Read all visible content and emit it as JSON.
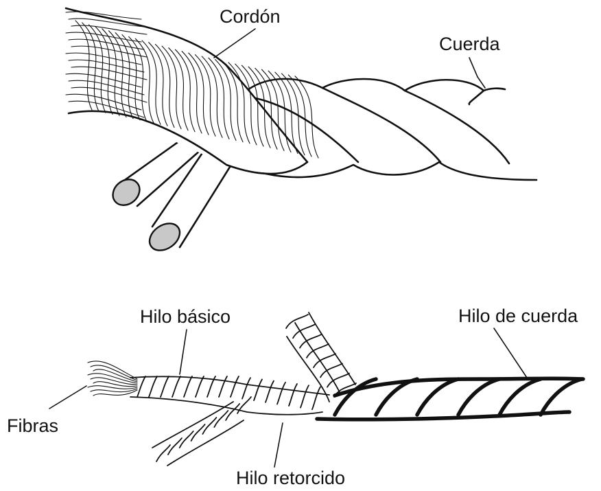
{
  "labels": {
    "cordon": "Cordón",
    "cuerda": "Cuerda",
    "hilo_basico": "Hilo básico",
    "hilo_de_cuerda": "Hilo de cuerda",
    "fibras": "Fibras",
    "hilo_retorcido": "Hilo retorcido"
  },
  "colors": {
    "ink": "#111111",
    "core_fill": "#c8c8c8",
    "background": "#ffffff"
  }
}
